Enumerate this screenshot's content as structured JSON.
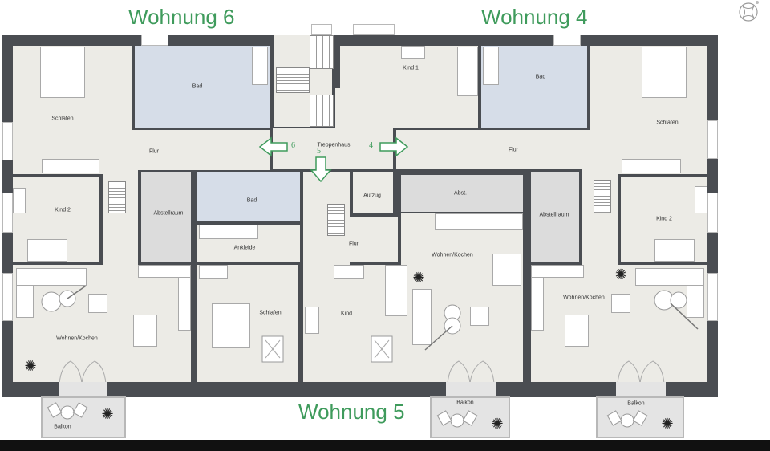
{
  "titles": {
    "top_left": "Wohnung 6",
    "top_right": "Wohnung 4",
    "bottom": "Wohnung 5"
  },
  "colors": {
    "title_green": "#3f9b5c",
    "wall": "#4a4d52",
    "room_floor": "#ecebe6",
    "bath_floor": "#d6dde8",
    "storage_floor": "#dcdcdc"
  },
  "stairwell": {
    "label": "Treppenhaus",
    "arrows": [
      {
        "direction": "left",
        "number": "6"
      },
      {
        "direction": "down",
        "number": "5"
      },
      {
        "direction": "right",
        "number": "4"
      }
    ],
    "elevator_label": "Aufzug"
  },
  "wohnung6": {
    "rooms": {
      "schlafen": "Schlafen",
      "bad": "Bad",
      "flur": "Flur",
      "kind2": "Kind 2",
      "abstellraum": "Abstellraum",
      "wohnen": "Wohnen/Kochen",
      "balkon": "Balkon"
    }
  },
  "wohnung4": {
    "rooms": {
      "kind1": "Kind 1",
      "bad": "Bad",
      "schlafen": "Schlafen",
      "flur": "Flur",
      "kind2": "Kind 2",
      "abstellraum": "Abstellraum",
      "wohnen": "Wohnen/Kochen",
      "balkon": "Balkon"
    }
  },
  "wohnung5": {
    "rooms": {
      "bad": "Bad",
      "ankleide": "Ankleide",
      "flur": "Flur",
      "abst": "Abst.",
      "schlafen": "Schlafen",
      "kind": "Kind",
      "wohnen": "Wohnen/Kochen",
      "balkon": "Balkon"
    }
  },
  "compass": {
    "icon": "compass-icon"
  }
}
